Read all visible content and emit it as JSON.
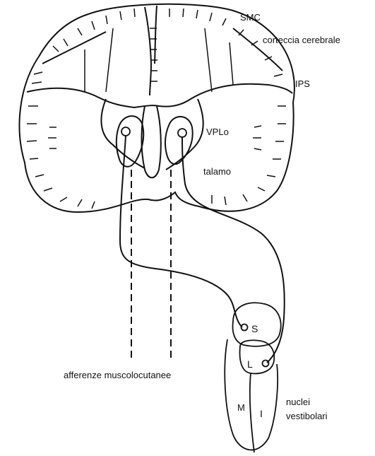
{
  "labels": {
    "smc": "SMC",
    "cortex": "corteccia cerebrale",
    "ips": "IPS",
    "vplo": "VPLo",
    "thalamus": "talamo",
    "afferents": "afferenze muscolocutanee",
    "nucleus_s": "S",
    "nucleus_l": "L",
    "nucleus_m": "M",
    "nucleus_i": "I",
    "vestibular_line1": "nuclei",
    "vestibular_line2": "vestibolari"
  },
  "colors": {
    "ink": "#111111",
    "background": "#ffffff"
  }
}
